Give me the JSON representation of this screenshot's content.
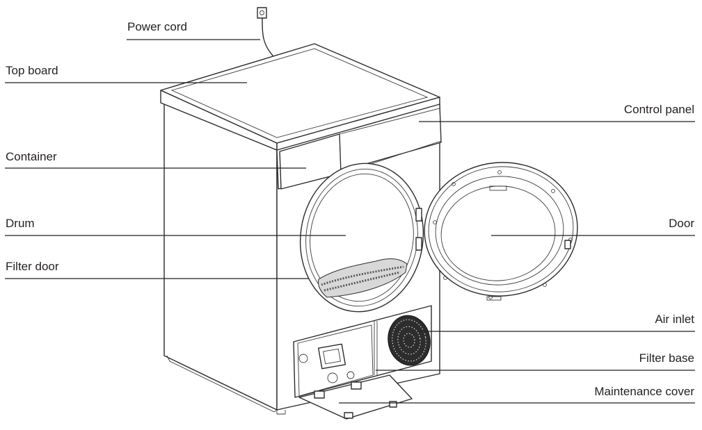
{
  "labels": {
    "power_cord": "Power cord",
    "top_board": "Top board",
    "control_panel": "Control panel",
    "container": "Container",
    "drum": "Drum",
    "door": "Door",
    "filter_door": "Filter door",
    "air_inlet": "Air inlet",
    "filter_base": "Filter base",
    "maintenance_cover": "Maintenance cover"
  },
  "colors": {
    "line": "#231f20",
    "background": "#ffffff"
  }
}
